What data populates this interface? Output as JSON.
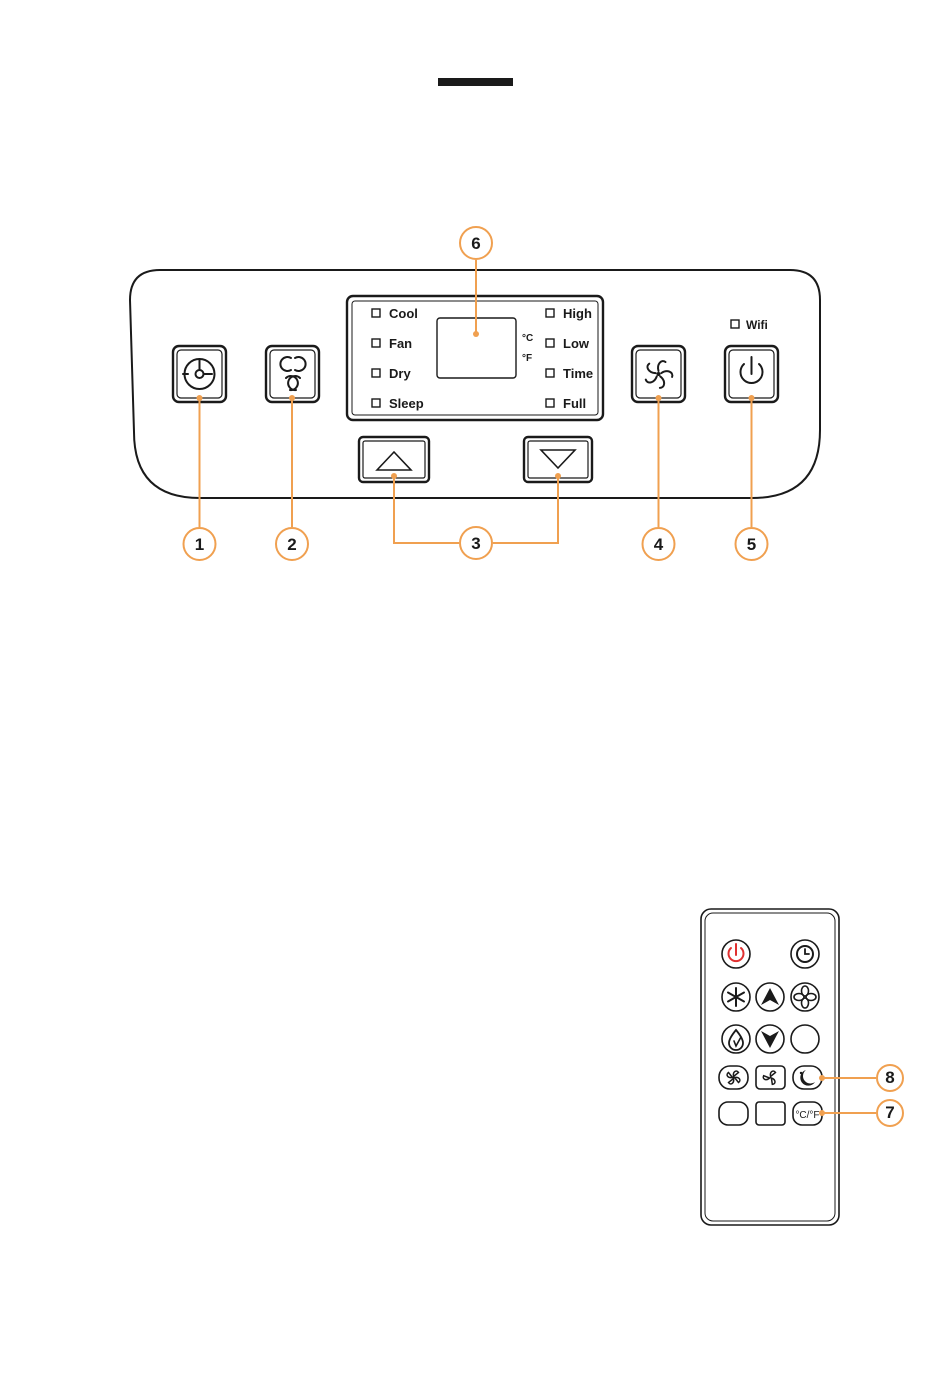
{
  "header": {
    "rule_color": "#1a1a1a"
  },
  "control_panel": {
    "mode_indicators": [
      "Cool",
      "Fan",
      "Dry",
      "Sleep"
    ],
    "speed_indicators": [
      "High",
      "Low",
      "Time",
      "Full"
    ],
    "unit_celsius": "°C",
    "unit_fahrenheit": "°F",
    "wifi_label": "Wifi",
    "buttons": [
      "timer-button",
      "mode-button",
      "up-button",
      "down-button",
      "fan-speed-button",
      "power-button"
    ]
  },
  "callouts": {
    "timer": "1",
    "mode": "2",
    "up_down": "3",
    "fan_speed": "4",
    "power": "5",
    "display": "6",
    "unit_toggle": "7",
    "sleep": "8"
  },
  "remote": {
    "unit_button_label": "°C/°F",
    "power_color": "#e03030"
  },
  "colors": {
    "callout": "#f0a050",
    "outline": "#1a1a1a"
  }
}
